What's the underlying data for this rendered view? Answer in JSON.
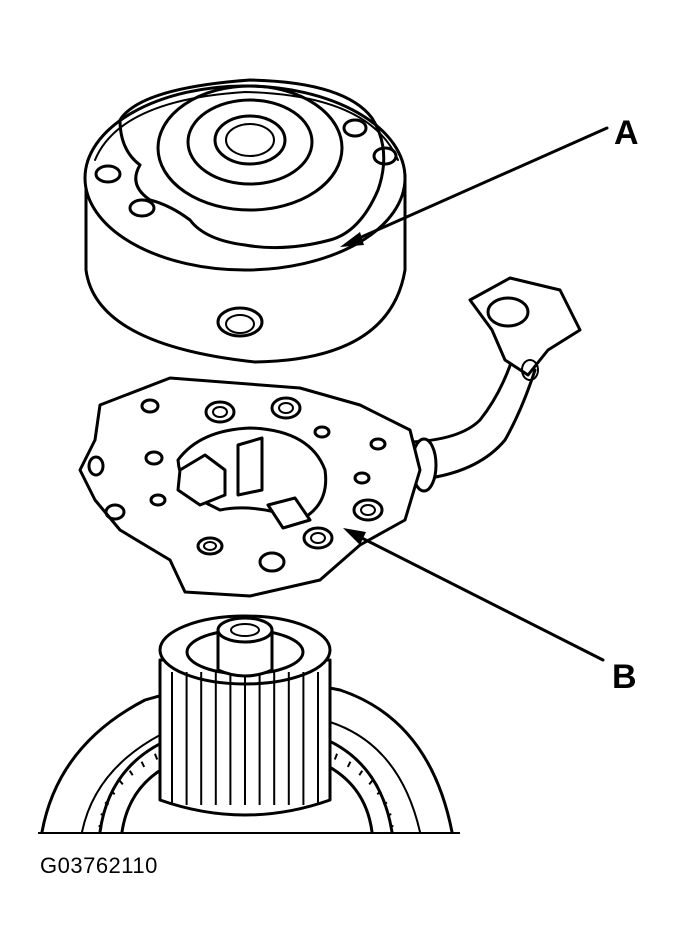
{
  "callouts": {
    "a": "A",
    "b": "B"
  },
  "figure_id": "G03762110",
  "colors": {
    "ink": "#000000",
    "paper": "#ffffff"
  }
}
